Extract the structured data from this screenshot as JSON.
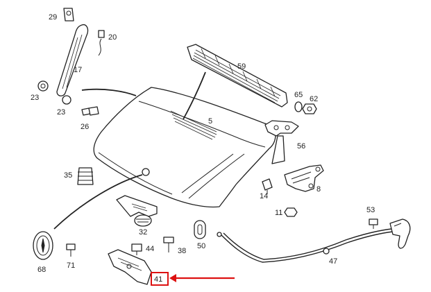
{
  "parts": {
    "p5": "5",
    "p8": "8",
    "p11": "11",
    "p14": "14",
    "p17": "17",
    "p20": "20",
    "p23a": "23",
    "p23b": "23",
    "p26": "26",
    "p29": "29",
    "p32": "32",
    "p35": "35",
    "p38": "38",
    "p41": "41",
    "p44": "44",
    "p47": "47",
    "p50": "50",
    "p53": "53",
    "p56": "56",
    "p59": "59",
    "p62": "62",
    "p65": "65",
    "p68": "68",
    "p71": "71"
  },
  "highlight": {
    "part": "41",
    "box_color": "#dd1111",
    "arrow_color": "#dd1111"
  }
}
